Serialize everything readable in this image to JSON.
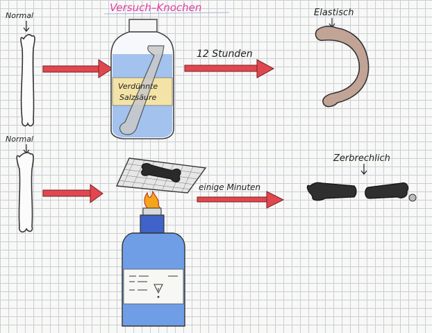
{
  "title": "Versuch–Knochen",
  "labels": {
    "normal_top": "Normal",
    "normal_bottom": "Normal",
    "elastisch": "Elastisch",
    "hours": "12 Stunden",
    "minutes": "einige Minuten",
    "zerbrechlich": "Zerbrechlich",
    "jar_label_line1": "Verdünnte",
    "jar_label_line2": "Salzsäure"
  },
  "colors": {
    "arrow": "#e0474f",
    "title": "#e23ea0",
    "jar_liquid": "#8fb4ea",
    "jar_label": "#f3e3a6",
    "elastic_bone": "#c2a497",
    "burnt_bone": "#333333",
    "flame": "#f4a51c",
    "burner_blue": "#6f9ee6"
  }
}
